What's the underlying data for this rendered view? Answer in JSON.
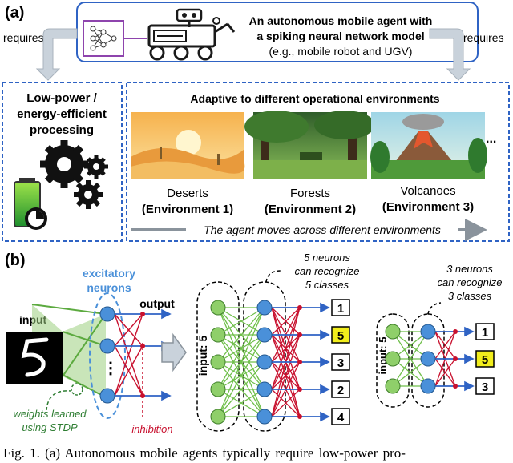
{
  "panel_a": {
    "label": "(a)",
    "agent": {
      "line1": "An autonomous mobile agent with",
      "line2": "a spiking neural network model",
      "line3": "(e.g., mobile robot and UGV)"
    },
    "requires_left": "requires",
    "requires_right": "requires",
    "low_power": {
      "line1": "Low-power /",
      "line2": "energy-efficient",
      "line3": "processing"
    },
    "adaptive_title": "Adaptive to different operational environments",
    "environments": [
      {
        "name": "Deserts",
        "tag": "(Environment 1)"
      },
      {
        "name": "Forests",
        "tag": "(Environment 2)"
      },
      {
        "name": "Volcanoes",
        "tag": "(Environment 3)"
      }
    ],
    "ellipsis": "...",
    "moves_text": "The agent moves across different environments"
  },
  "panel_b": {
    "label": "(b)",
    "excitatory_line1": "excitatory",
    "excitatory_line2": "neurons",
    "input_label": "input",
    "output_label": "output",
    "dots": "⋮",
    "weights_line1": "weights learned",
    "weights_line2": "using STDP",
    "inhibition": "inhibition",
    "net5": {
      "note_line1": "5 neurons",
      "note_line2": "can recognize",
      "note_line3": "5 classes",
      "input_text": "input: 5",
      "outputs": [
        "1",
        "5",
        "3",
        "2",
        "4"
      ],
      "highlight_index": 1
    },
    "net3": {
      "note_line1": "3 neurons",
      "note_line2": "can recognize",
      "note_line3": "3 classes",
      "input_text": "input: 5",
      "outputs": [
        "1",
        "5",
        "3"
      ],
      "highlight_index": 1
    }
  },
  "caption": "Fig. 1.    (a) Autonomous mobile agents typically require low-power pro-",
  "colors": {
    "box_blue": "#2f63c4",
    "neuron_blue": "#4a90d9",
    "neuron_green": "#8fcf6a",
    "synapse_green": "#6fbf4a",
    "inhibition_red": "#c8102e",
    "highlight_yellow": "#f2ee1c",
    "arrow_gray": "#a9b3bd",
    "note_green": "#2e7d32"
  }
}
